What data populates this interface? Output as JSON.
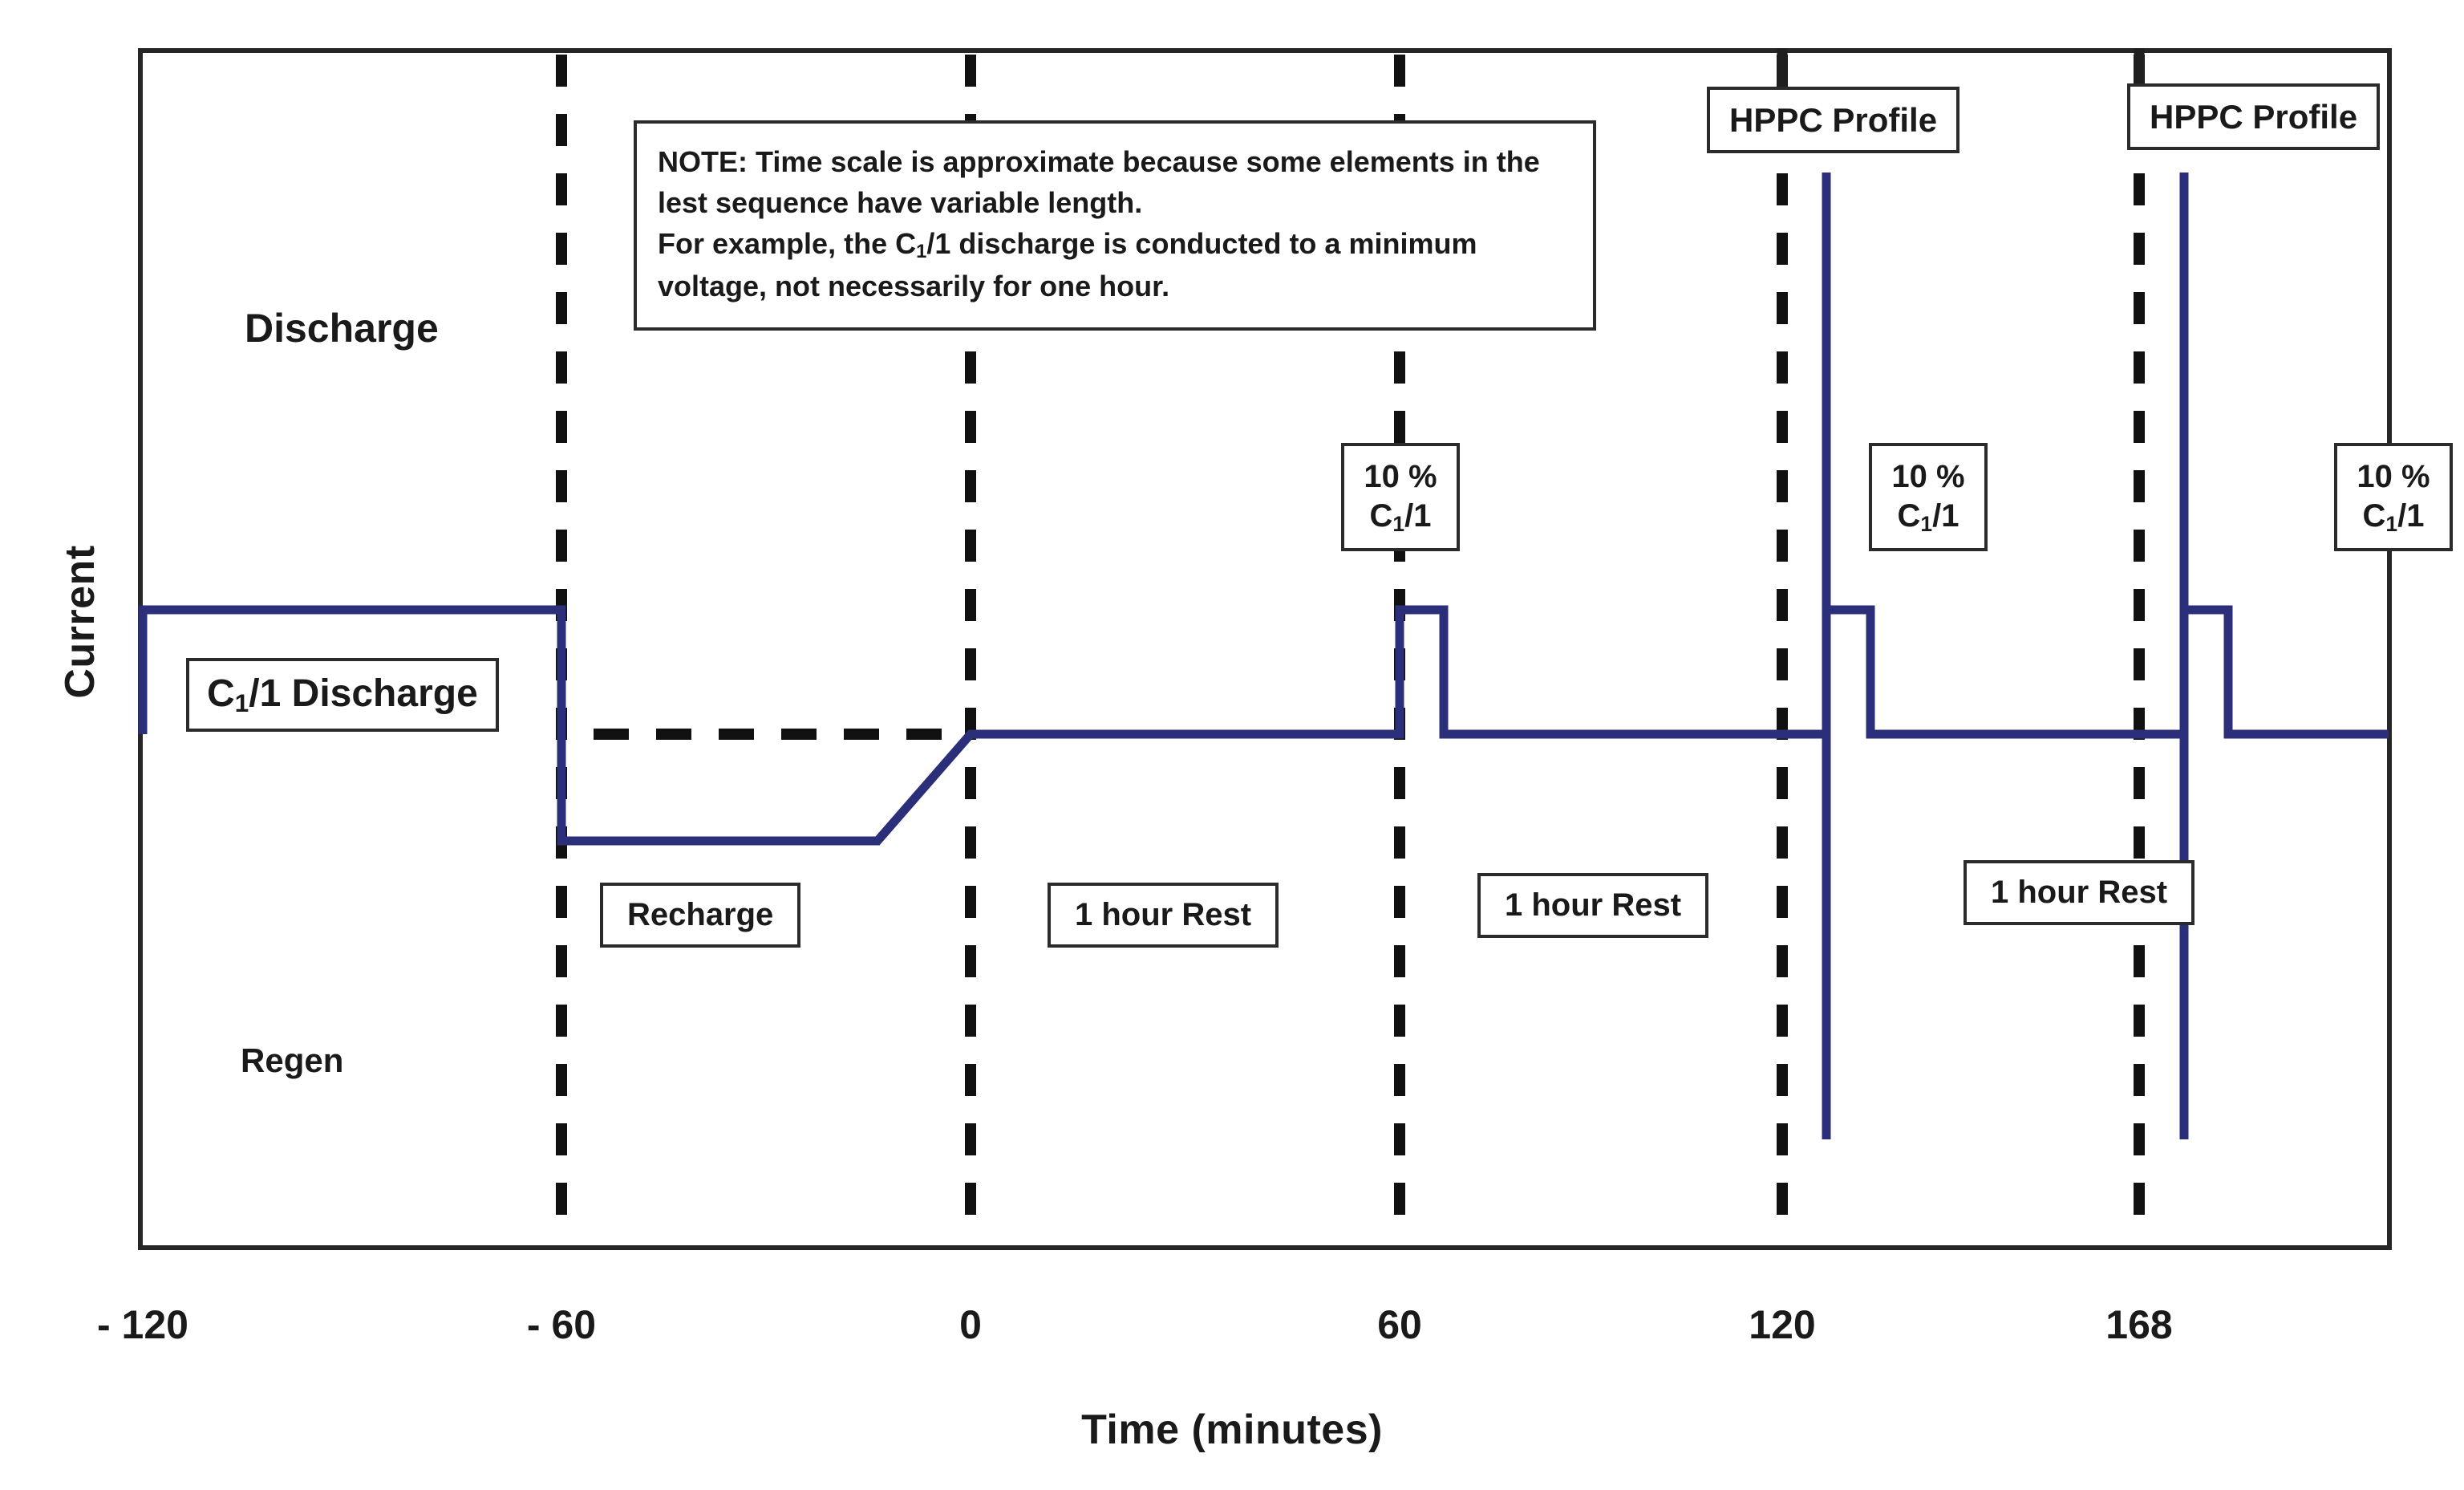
{
  "figure": {
    "kind": "battery-test-sequence-timing-diagram",
    "y_axis_title": "Current",
    "x_axis_title": "Time (minutes)",
    "region_labels": {
      "upper_half": "Discharge",
      "lower_half": "Regen"
    },
    "note": {
      "line1": "NOTE: Time scale is approximate because some elements in the lest sequence have variable length.",
      "line2": "For example, the C₁/1 discharge is conducted to a minimum voltage, not necessarily for one hour."
    }
  },
  "callouts": {
    "c1_discharge": "C₁/1 Discharge",
    "recharge": "Recharge",
    "rest": "1 hour Rest",
    "hppc_profile": "HPPC Profile",
    "pulse_pct": "10 %",
    "pulse_rate": "C₁/1"
  },
  "chart_data": {
    "type": "line",
    "title": "",
    "xlabel": "Time (minutes)",
    "ylabel": "Current",
    "xlim": [
      -131,
      160
    ],
    "ylim": [
      -1.25,
      1.25
    ],
    "grid": false,
    "legend": null,
    "axis_tick_labels": [
      "- 120",
      "- 60",
      "0",
      "60",
      "120",
      "168"
    ],
    "axis_tick_values": [
      -120,
      -60,
      0,
      60,
      120,
      168
    ],
    "y_reference_line": {
      "label": "zero current baseline",
      "value": 0,
      "style": "dashed",
      "color": "#000000",
      "x_from": -60,
      "x_to": 0
    },
    "marker_lines": {
      "style": "dashed",
      "color": "#000000",
      "x_values": [
        -60,
        0,
        60,
        120,
        168
      ]
    },
    "levels": {
      "discharge_c1_1": 0.42,
      "zero": 0.0,
      "recharge_regen": -0.35,
      "pulse_10pct_c1_1": 0.42,
      "hppc_regen_peak": -1.35,
      "hppc_discharge_peak": 1.9
    },
    "series": [
      {
        "name": "Current profile",
        "color": "#2b2f7a",
        "x": [
          -131,
          -131,
          -60,
          -60,
          -23,
          0,
          60,
          60,
          64,
          64,
          124,
          124,
          124,
          124,
          129,
          129,
          160,
          160,
          160,
          160,
          172,
          172,
          172,
          172,
          177,
          177,
          190
        ],
        "y": [
          0,
          0.42,
          0.42,
          -0.35,
          -0.35,
          0,
          0,
          0.42,
          0.42,
          0,
          0,
          1.9,
          -1.35,
          0.42,
          0.42,
          0,
          0,
          0,
          0,
          0,
          1.9,
          -1.35,
          0.42,
          0.42,
          0.42,
          0,
          0
        ]
      }
    ],
    "annotations": [
      {
        "text": "Discharge",
        "x": -105,
        "y": 0.9
      },
      {
        "text": "Regen",
        "x": -104,
        "y": -0.72
      },
      {
        "text": "C₁/1 Discharge",
        "x": -110,
        "y": 0.24,
        "boxed": true
      },
      {
        "text": "Recharge",
        "x": -42,
        "y": -0.42,
        "boxed": true
      },
      {
        "text": "1 hour Rest",
        "x": 18,
        "y": -0.42,
        "boxed": true
      },
      {
        "text": "1 hour Rest",
        "x": 82,
        "y": -0.4,
        "boxed": true
      },
      {
        "text": "1 hour Rest",
        "x": 146,
        "y": -0.37,
        "boxed": true
      },
      {
        "text": "10 %\nC₁/1",
        "x": 60,
        "y": 0.75,
        "boxed": true
      },
      {
        "text": "10 %\nC₁/1",
        "x": 124,
        "y": 0.75,
        "boxed": true
      },
      {
        "text": "10 %\nC₁/1",
        "x": 172,
        "y": 0.75,
        "boxed": true
      },
      {
        "text": "HPPC Profile",
        "x": 121,
        "y": 1.17,
        "boxed": true
      },
      {
        "text": "HPPC Profile",
        "x": 169,
        "y": 1.17,
        "boxed": true
      }
    ]
  }
}
